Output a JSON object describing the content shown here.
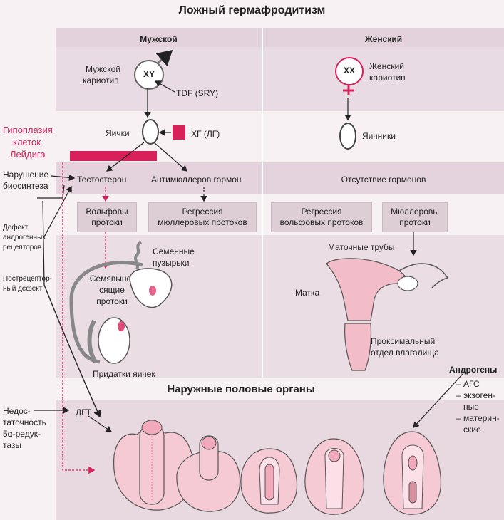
{
  "title": "Ложный гермафродитизм",
  "columns": {
    "male": "Мужской",
    "female": "Женский"
  },
  "male": {
    "karyotype_label": [
      "Мужской",
      "кариотип"
    ],
    "karyotype_symbol": "XY",
    "tdf_label": "TDF (SRY)",
    "gonad_label": "Яички",
    "hg_label": "ХГ (ЛГ)",
    "hormone_testosterone": "Тестостерон",
    "hormone_amh": "Антимюллеров гормон",
    "wolff_ducts": [
      "Вольфовы",
      "протоки"
    ],
    "muller_regression": [
      "Регрессия",
      "мюллеровых протоков"
    ],
    "seminal_vesicles": [
      "Семенные",
      "пузырьки"
    ],
    "vas_deferens": [
      "Семявыно-",
      "сящие",
      "протоки"
    ],
    "epididymis": "Придатки яичек"
  },
  "female": {
    "karyotype_symbol": "XX",
    "karyotype_label": [
      "Женский",
      "кариотип"
    ],
    "gonad_label": "Яичники",
    "no_hormones": "Отсутствие гормонов",
    "wolff_regression": [
      "Регрессия",
      "вольфовых протоков"
    ],
    "muller_ducts": [
      "Мюллеровы",
      "протоки"
    ],
    "fallopian": "Маточные трубы",
    "uterus": "Матка",
    "vagina": [
      "Проксимальный",
      "отдел влагалища"
    ]
  },
  "defects": {
    "leydig": [
      "Гипоплазия",
      "клеток",
      "Лейдига"
    ],
    "biosynthesis": [
      "Нарушение",
      "биосинтеза"
    ],
    "receptor": [
      "Дефект",
      "андрогенных",
      "рецепторов"
    ],
    "postreceptor": [
      "Пострецептор-",
      "ный дефект"
    ],
    "reductase": [
      "Недос-",
      "таточность",
      "5α-редук-",
      "тазы"
    ],
    "dht": "ДГТ"
  },
  "external": {
    "title": "Наружные половые органы",
    "androgens": "Андрогены",
    "androgen_sources": [
      "– АГС",
      "– экзоген-",
      "ные",
      "– материн-",
      "ские"
    ]
  },
  "colors": {
    "accent": "#d8215a",
    "band_dark": "#e6d5de",
    "band_light": "#f2e9ee",
    "box": "#ddcdd5",
    "organ": "#f3bcc9"
  }
}
